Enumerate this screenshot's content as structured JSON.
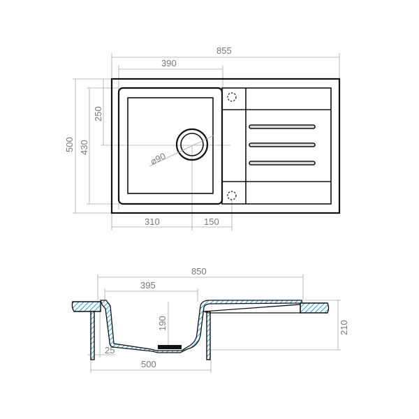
{
  "top_view": {
    "dimensions": {
      "overall_width": "855",
      "bowl_width": "390",
      "overall_height": "500",
      "bowl_height": "430",
      "drain_center_from_top": "250",
      "drain_center_from_left": "310",
      "tap_hole_offset": "150",
      "drain_diameter": "⌀90"
    },
    "features": [
      "bowl",
      "drain-hole",
      "tap-hole-top",
      "tap-hole-bottom",
      "drainboard-grooves"
    ]
  },
  "side_view": {
    "dimensions": {
      "overall_width": "850",
      "bowl_width": "395",
      "bowl_depth": "190",
      "bottom_offset": "25",
      "cabinet_width": "500",
      "total_depth": "210"
    }
  },
  "colors": {
    "outline": "#111111",
    "dimension_line": "#a8a8a8",
    "dimension_text": "#7a7a7a",
    "hatch": "#2aa8d8"
  }
}
